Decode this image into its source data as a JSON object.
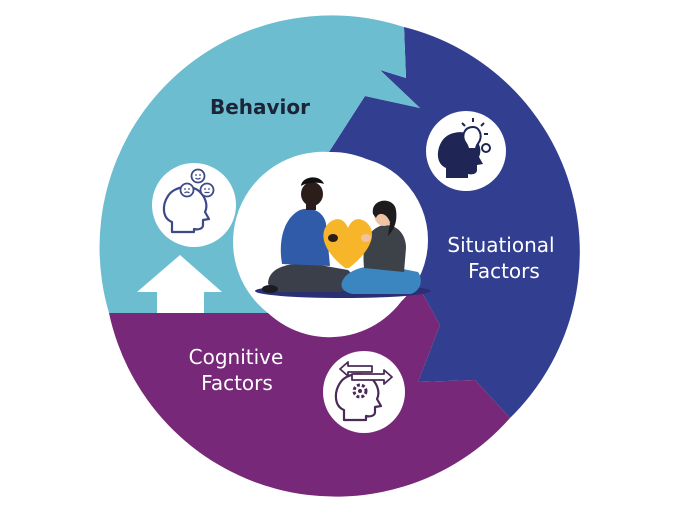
{
  "diagram": {
    "segments": {
      "behavior": {
        "label": "Behavior",
        "color": "#6dbdd1",
        "text_color": "#1c2437",
        "icon": "head-with-emotion-faces-icon"
      },
      "situational": {
        "label_line1": "Situational",
        "label_line2": "Factors",
        "color": "#323f91",
        "text_color": "#ffffff",
        "icon": "head-with-lightbulb-icon"
      },
      "cognitive": {
        "label_line1": "Cognitive",
        "label_line2": "Factors",
        "color": "#772878",
        "text_color": "#ffffff",
        "icon": "head-with-gear-and-arrows-icon"
      }
    },
    "center": {
      "illustration": "two-people-holding-heart-illustration",
      "heart_color": "#f7b529",
      "person_left_shirt": "#2f5ba9",
      "person_right_pants": "#3b86c0"
    }
  }
}
